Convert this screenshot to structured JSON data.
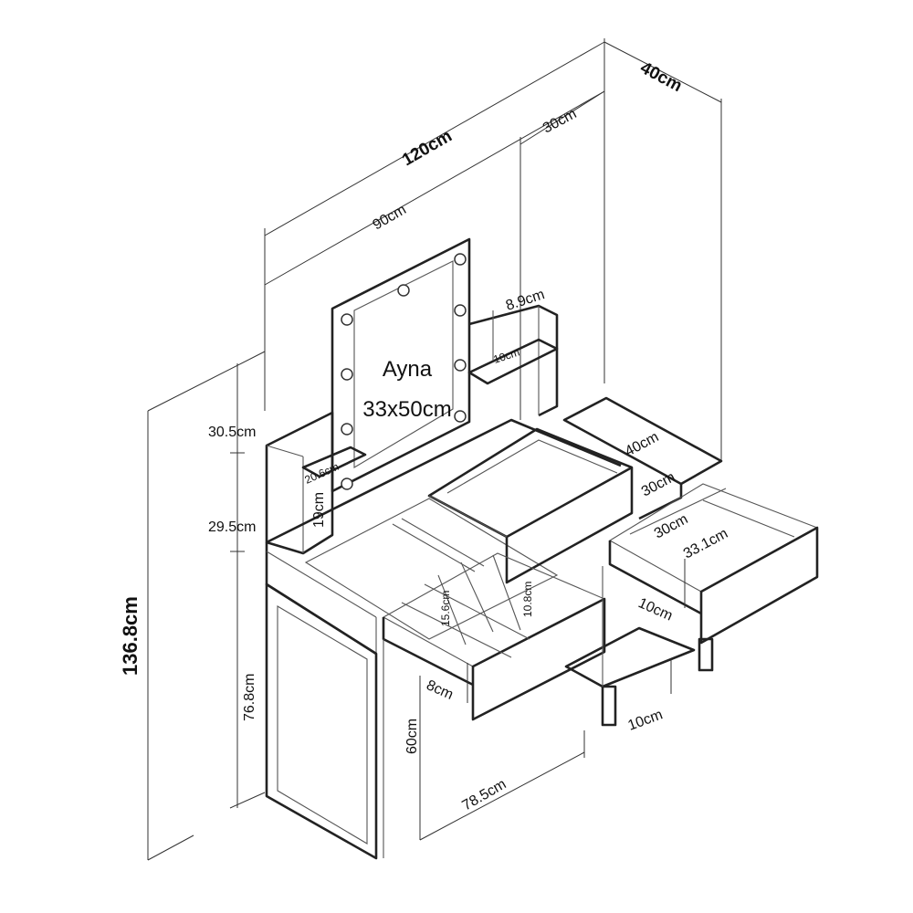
{
  "diagram": {
    "dimensions": {
      "total_width": "120cm",
      "depth": "40cm",
      "top_width": "90cm",
      "side_width": "30cm",
      "total_height": "136.8cm",
      "upper_height": "30.5cm",
      "middle_height": "29.5cm",
      "lower_height": "76.8cm",
      "shelf_gap": "8.9cm",
      "shelf_depth": "10cm",
      "small_shelf": "20.6cm",
      "small_shelf_height": "19cm",
      "side_depth": "40cm",
      "side_drawer_width": "30cm",
      "drawer_inner_width": "30cm",
      "drawer_inner_depth": "33.1cm",
      "drawer_height_right": "10cm",
      "compartment_a": "15.6cm",
      "compartment_b": "10.8cm",
      "drawer_height_left": "8cm",
      "leg_clearance": "60cm",
      "bottom_width": "78.5cm",
      "foot_height": "10cm"
    },
    "mirror": {
      "title": "Ayna",
      "size": "33x50cm"
    }
  }
}
